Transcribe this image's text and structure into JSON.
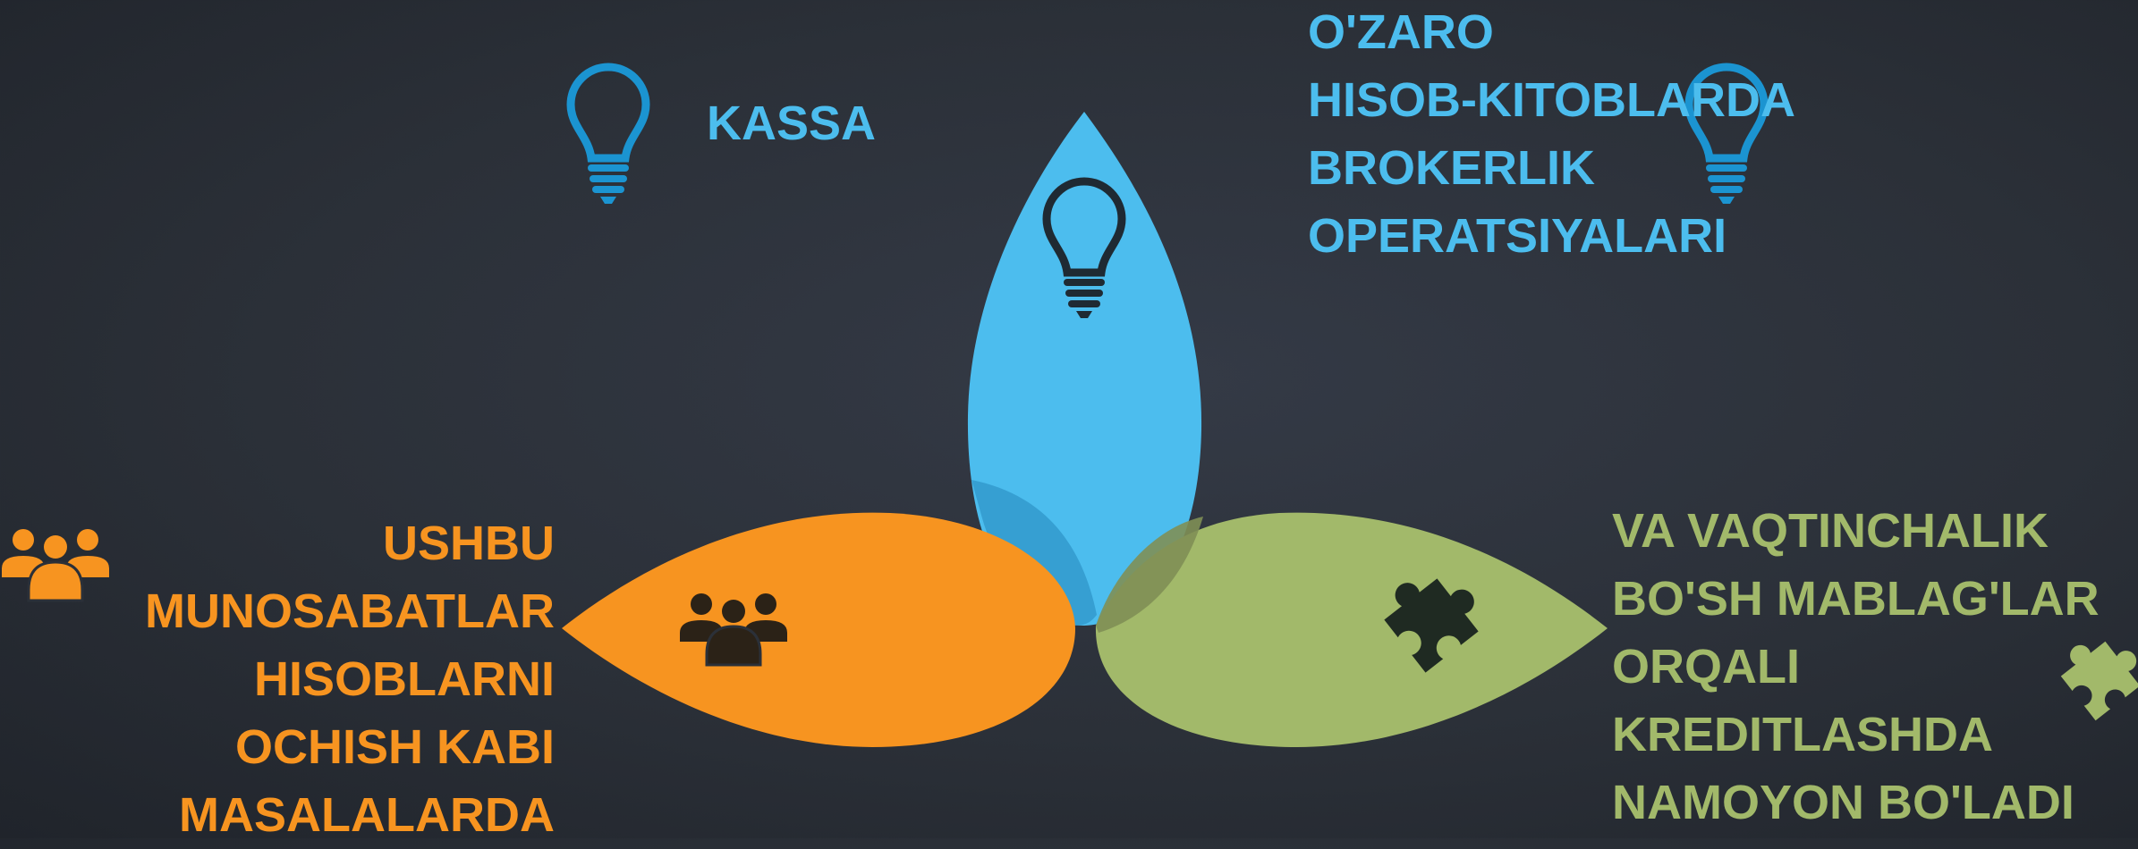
{
  "colors": {
    "background": "#2b3038",
    "blue": "#4cbdee",
    "blue_dark": "#1b94d1",
    "orange": "#f79420",
    "green": "#a2b96a",
    "icon_dark": "#1f2a22"
  },
  "icons": {
    "blue_outline": "lightbulb-icon",
    "blue_petal": "lightbulb-icon",
    "blue_right": "lightbulb-icon",
    "orange_outline": "people-group-icon",
    "orange_petal": "people-group-icon",
    "green_petal": "puzzle-piece-icon",
    "green_outline": "puzzle-piece-icon"
  },
  "labels": {
    "kassa": "KASSA",
    "top_right_lines": [
      "O'ZARO",
      "HISOB-KITOBLARDA",
      "BROKERLIK",
      "OPERATSIYALARI"
    ],
    "left_lines": [
      "USHBU",
      "MUNOSABATLAR",
      "HISOBLARNI",
      "OCHISH KABI",
      "MASALALARDA"
    ],
    "right_lines": [
      "VA VAQTINCHALIK",
      "BO'SH MABLAG'LAR",
      "ORQALI",
      "KREDITLASHDA",
      "NAMOYON BO'LADI"
    ]
  }
}
